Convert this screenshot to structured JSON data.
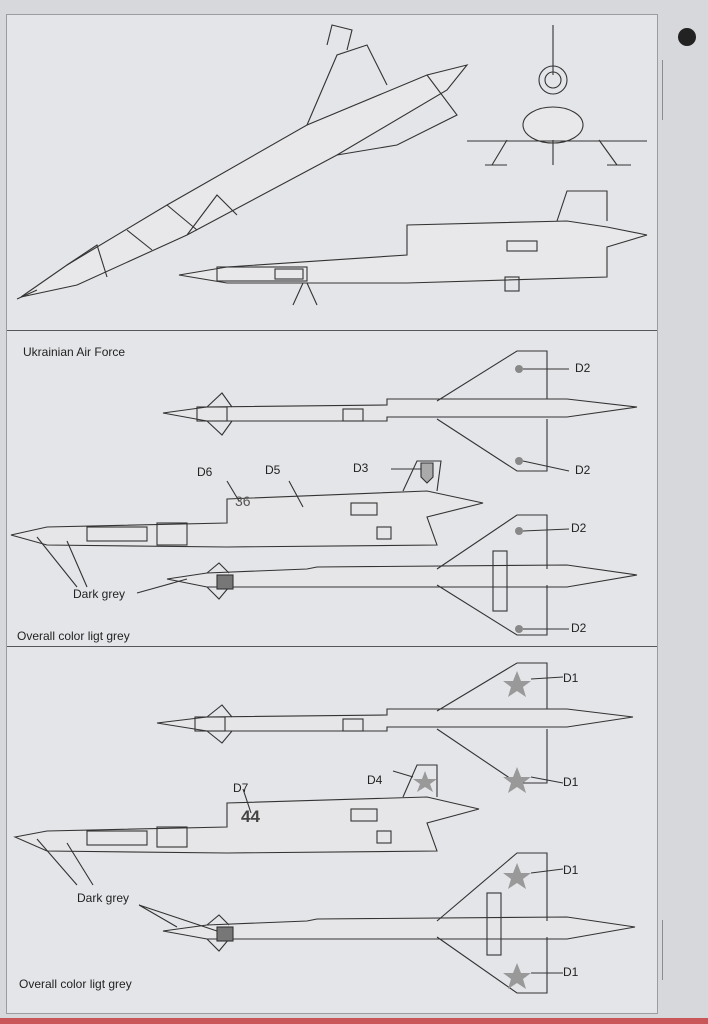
{
  "panel2": {
    "title": "Ukrainian Air Force",
    "codes": [
      "D2",
      "D2",
      "D6",
      "D5",
      "D3",
      "D2",
      "D2"
    ],
    "note_dark_grey": "Dark grey",
    "note_overall": "Overall color ligt grey",
    "tail_number": "36"
  },
  "panel3": {
    "codes": [
      "D1",
      "D1",
      "D7",
      "D4",
      "D1",
      "D1"
    ],
    "note_dark_grey": "Dark grey",
    "note_overall": "Overall color ligt grey",
    "tail_number": "44"
  }
}
